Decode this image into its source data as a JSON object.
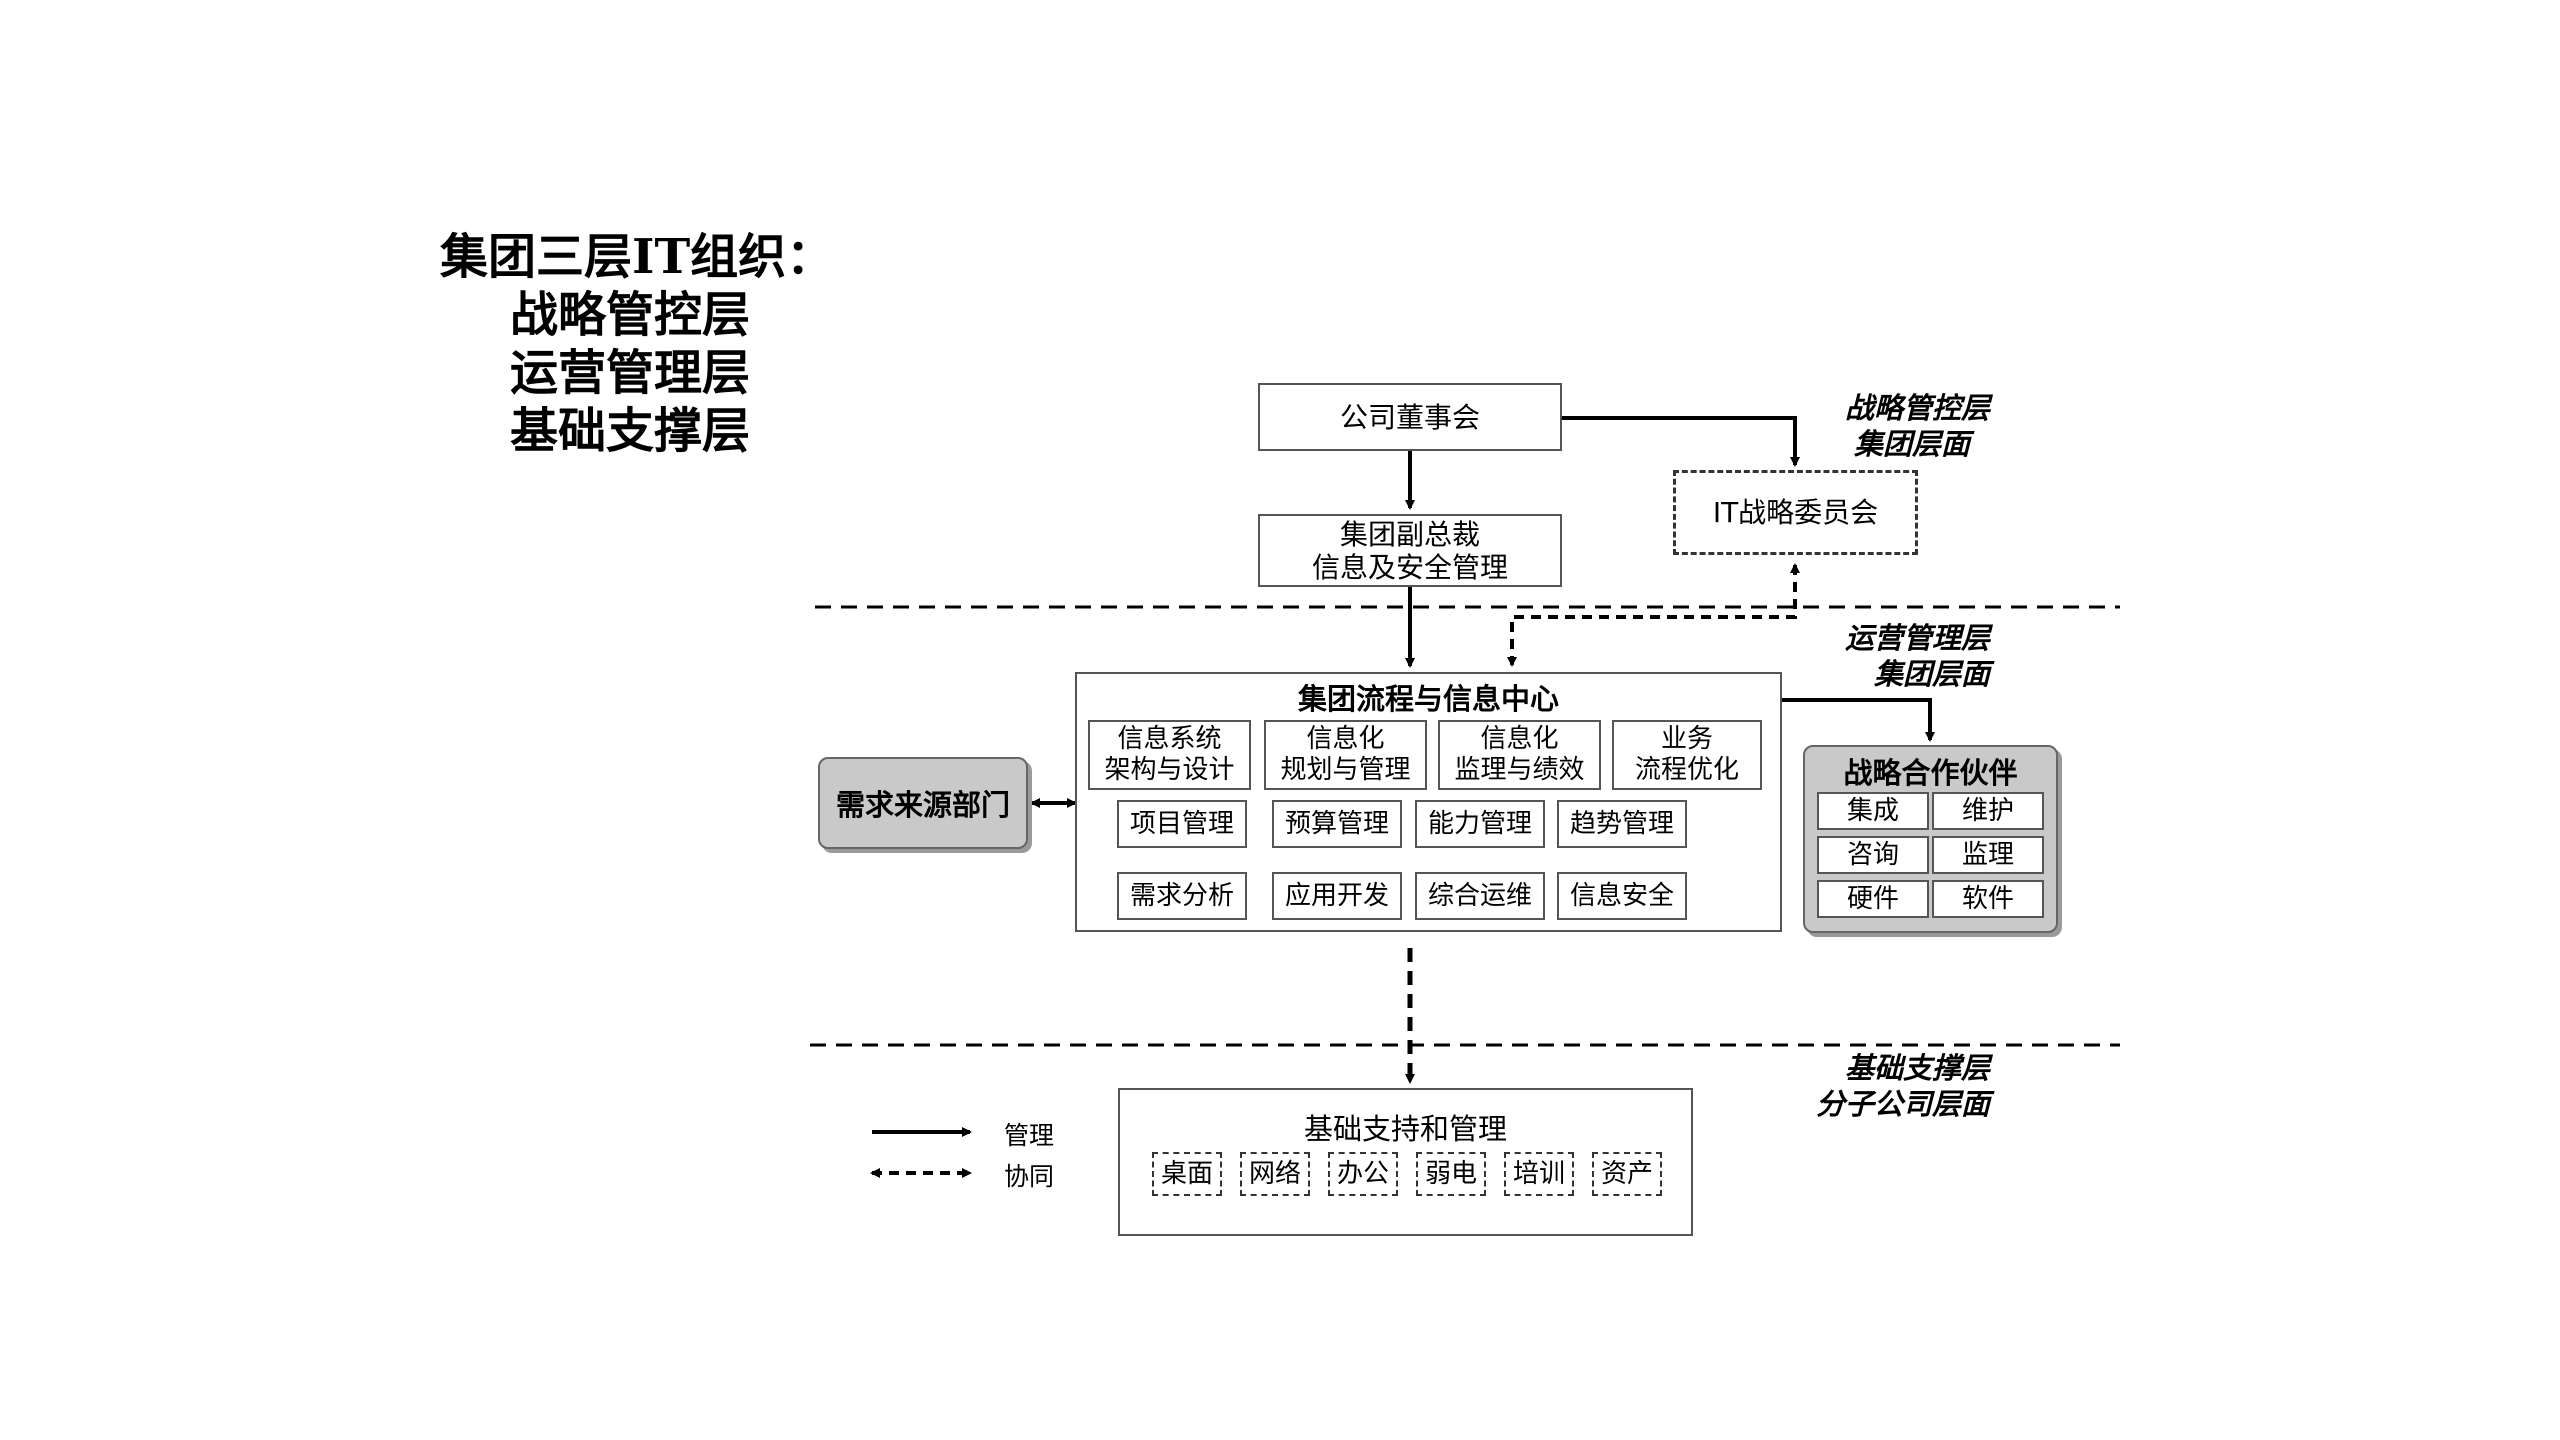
{
  "title": {
    "main": "集团三层IT组织：",
    "lines": [
      "战略管控层",
      "运营管理层",
      "基础支撑层"
    ]
  },
  "layers": {
    "strategic": {
      "line1": "战略管控层",
      "line2": "集团层面"
    },
    "operation": {
      "line1": "运营管理层",
      "line2": "集团层面"
    },
    "foundation": {
      "line1": "基础支撑层",
      "line2": "分子公司层面"
    }
  },
  "nodes": {
    "board": "公司董事会",
    "vp": {
      "line1": "集团副总裁",
      "line2": "信息及安全管理"
    },
    "it_committee": "IT战略委员会",
    "center": {
      "title": "集团流程与信息中心",
      "top_row": [
        {
          "line1": "信息系统",
          "line2": "架构与设计"
        },
        {
          "line1": "信息化",
          "line2": "规划与管理"
        },
        {
          "line1": "信息化",
          "line2": "监理与绩效"
        },
        {
          "line1": "业务",
          "line2": "流程优化"
        }
      ],
      "row2": [
        "项目管理",
        "预算管理",
        "能力管理",
        "趋势管理"
      ],
      "row3": [
        "需求分析",
        "应用开发",
        "综合运维",
        "信息安全"
      ]
    },
    "demand": "需求来源部门",
    "partners": {
      "title": "战略合作伙伴",
      "cells": [
        "集成",
        "维护",
        "咨询",
        "监理",
        "硬件",
        "软件"
      ]
    },
    "foundation": {
      "title": "基础支持和管理",
      "items": [
        "桌面",
        "网络",
        "办公",
        "弱电",
        "培训",
        "资产"
      ]
    }
  },
  "legend": {
    "manage": "管理",
    "coop": "协同"
  },
  "colors": {
    "line": "#000000",
    "gray_fill": "#c9c9c9",
    "border": "#555555"
  }
}
